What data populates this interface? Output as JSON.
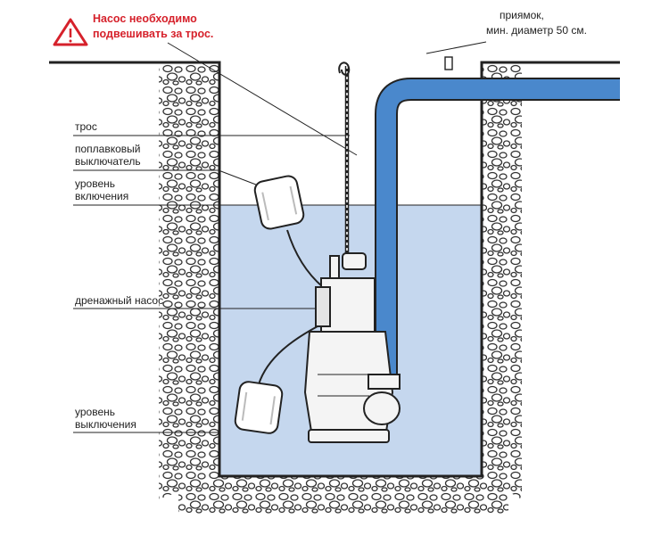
{
  "warning": {
    "line1": "Насос необходимо",
    "line2": "подвешивать за трос.",
    "color": "#d6212b",
    "icon": "warning-triangle-icon"
  },
  "pit_note": {
    "line1": "приямок,",
    "line2": "мин. диаметр 50 см."
  },
  "labels": {
    "rope": "трос",
    "float_line1": "поплавковый",
    "float_line2": "выключатель",
    "on_level_line1": "уровень",
    "on_level_line2": "включения",
    "pump": "дренажный насос",
    "off_level_line1": "уровень",
    "off_level_line2": "выключения"
  },
  "colors": {
    "water": "#c5d7ee",
    "hose": "#4a88cc",
    "pump": "#f4f4f4",
    "outline": "#222222"
  }
}
